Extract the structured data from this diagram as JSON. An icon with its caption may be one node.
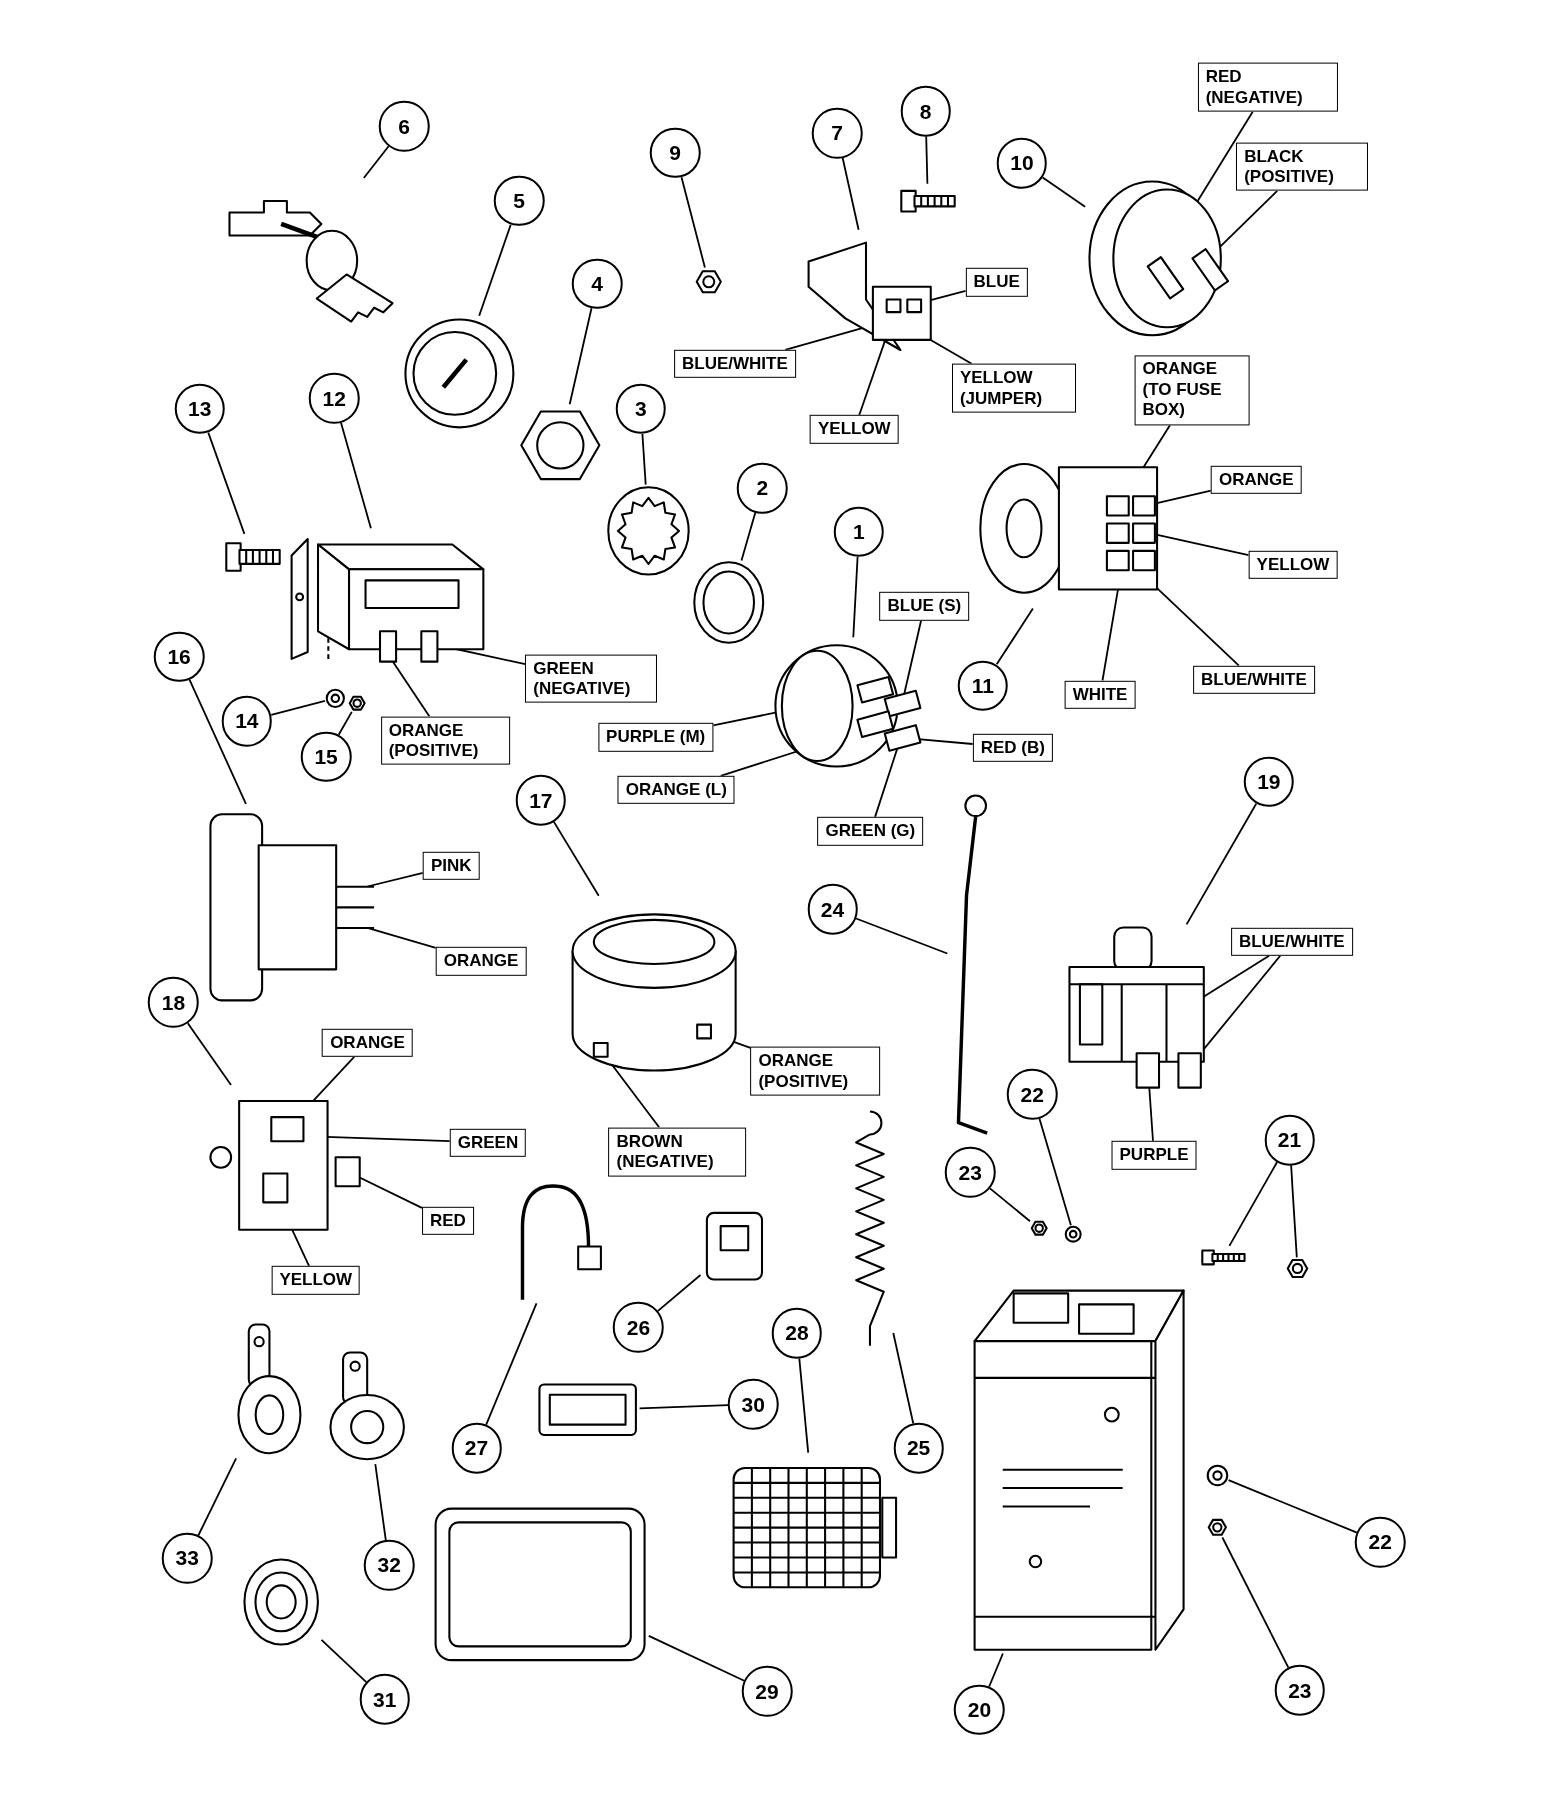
{
  "diagram": {
    "nodes": [
      {
        "text": [
          "1"
        ]
      },
      {
        "text": [
          "2"
        ]
      },
      {
        "text": [
          "3"
        ]
      },
      {
        "text": [
          "4"
        ]
      },
      {
        "text": [
          "5"
        ]
      },
      {
        "text": [
          "6"
        ]
      },
      {
        "text": [
          "7"
        ]
      },
      {
        "text": [
          "8"
        ]
      },
      {
        "text": [
          "9"
        ]
      },
      {
        "text": [
          "10"
        ]
      },
      {
        "text": [
          "11"
        ]
      },
      {
        "text": [
          "12"
        ]
      },
      {
        "text": [
          "13"
        ]
      },
      {
        "text": [
          "14"
        ]
      },
      {
        "text": [
          "15"
        ]
      },
      {
        "text": [
          "16"
        ]
      },
      {
        "text": [
          "17"
        ]
      },
      {
        "text": [
          "18"
        ]
      },
      {
        "text": [
          "19"
        ]
      },
      {
        "text": [
          "20"
        ]
      },
      {
        "text": [
          "21"
        ]
      },
      {
        "text": [
          "22"
        ]
      },
      {
        "text": [
          "23"
        ]
      },
      {
        "text": [
          "24"
        ]
      },
      {
        "text": [
          "25"
        ]
      },
      {
        "text": [
          "26"
        ]
      },
      {
        "text": [
          "27"
        ]
      },
      {
        "text": [
          "28"
        ]
      },
      {
        "text": [
          "29"
        ]
      },
      {
        "text": [
          "30"
        ]
      },
      {
        "text": [
          "31"
        ]
      },
      {
        "text": [
          "32"
        ]
      },
      {
        "text": [
          "33"
        ]
      },
      {
        "text": [
          "22"
        ]
      },
      {
        "text": [
          "23"
        ]
      },
      {
        "text": [],
        "shape": "picture"
      },
      {
        "text": [],
        "shape": "picture"
      },
      {
        "text": [],
        "shape": "picture"
      },
      {
        "text": [],
        "shape": "picture"
      },
      {
        "text": [],
        "shape": "picture"
      },
      {
        "text": [],
        "shape": "picture"
      },
      {
        "text": [],
        "shape": "picture"
      },
      {
        "text": [],
        "shape": "picture"
      },
      {
        "text": [],
        "shape": "picture"
      },
      {
        "text": [],
        "shape": "picture"
      },
      {
        "text": [],
        "shape": "picture"
      },
      {
        "text": [],
        "shape": "picture"
      },
      {
        "text": [],
        "shape": "picture"
      },
      {
        "text": [],
        "shape": "picture"
      },
      {
        "text": [],
        "shape": "picture"
      },
      {
        "text": [],
        "shape": "picture"
      },
      {
        "text": [],
        "shape": "picture"
      },
      {
        "text": [],
        "shape": "picture"
      },
      {
        "text": [],
        "shape": "picture"
      },
      {
        "text": [],
        "shape": "picture"
      },
      {
        "text": [],
        "shape": "picture"
      },
      {
        "text": [],
        "shape": "picture"
      },
      {
        "text": [],
        "shape": "picture"
      },
      {
        "text": [],
        "shape": "picture"
      },
      {
        "text": [],
        "shape": "picture"
      },
      {
        "text": [],
        "shape": "picture"
      },
      {
        "text": [],
        "shape": "picture"
      },
      {
        "text": [],
        "shape": "picture"
      },
      {
        "text": [],
        "shape": "picture"
      },
      {
        "text": [],
        "shape": "picture"
      },
      {
        "text": [],
        "shape": "picture"
      },
      {
        "text": [],
        "shape": "picture"
      },
      {
        "text": [],
        "shape": "picture"
      },
      {
        "text": [],
        "shape": "picture"
      },
      {
        "text": [],
        "shape": "picture"
      },
      {
        "text": [],
        "shape": "picture"
      },
      {
        "text": [
          "RED (NEGATIVE)"
        ]
      },
      {
        "text": [
          "BLACK (POSITIVE)"
        ]
      },
      {
        "text": [
          "BLUE"
        ]
      },
      {
        "text": [
          "BLUE/WHITE"
        ]
      },
      {
        "text": [
          "YELLOW (JUMPER)"
        ]
      },
      {
        "text": [
          "YELLOW"
        ]
      },
      {
        "text": [
          "ORANGE (TO FUSE BOX)"
        ]
      },
      {
        "text": [
          "ORANGE"
        ]
      },
      {
        "text": [
          "YELLOW"
        ]
      },
      {
        "text": [
          "WHITE"
        ]
      },
      {
        "text": [
          "BLUE/WHITE"
        ]
      },
      {
        "text": [
          "GREEN (NEGATIVE)"
        ]
      },
      {
        "text": [
          "ORANGE (POSITIVE)"
        ]
      },
      {
        "text": [
          "BLUE (S)"
        ]
      },
      {
        "text": [
          "PURPLE (M)"
        ]
      },
      {
        "text": [
          "RED (B)"
        ]
      },
      {
        "text": [
          "ORANGE (L)"
        ]
      },
      {
        "text": [
          "GREEN (G)"
        ]
      },
      {
        "text": [
          "PINK"
        ]
      },
      {
        "text": [
          "ORANGE"
        ]
      },
      {
        "text": [
          "ORANGE (POSITIVE)"
        ]
      },
      {
        "text": [
          "BROWN (NEGATIVE)"
        ]
      },
      {
        "text": [
          "ORANGE"
        ]
      },
      {
        "text": [
          "GREEN"
        ]
      },
      {
        "text": [
          "RED"
        ]
      },
      {
        "text": [
          "YELLOW"
        ]
      },
      {
        "text": [
          "BLUE/WHITE"
        ]
      },
      {
        "text": [
          "PURPLE"
        ]
      }
    ],
    "edges": [
      {
        "from": 0,
        "to": 35,
        "arrow": "none"
      },
      {
        "from": 1,
        "to": 36,
        "arrow": "none"
      },
      {
        "from": 2,
        "to": 37,
        "arrow": "none"
      },
      {
        "from": 3,
        "to": 38,
        "arrow": "none"
      },
      {
        "from": 4,
        "to": 39,
        "arrow": "none"
      },
      {
        "from": 5,
        "to": 40,
        "arrow": "none"
      },
      {
        "from": 6,
        "to": 41,
        "arrow": "none"
      },
      {
        "from": 7,
        "to": 42,
        "arrow": "none"
      },
      {
        "from": 8,
        "to": 43,
        "arrow": "none"
      },
      {
        "from": 9,
        "to": 44,
        "arrow": "none"
      },
      {
        "from": 10,
        "to": 45,
        "arrow": "none"
      },
      {
        "from": 11,
        "to": 46,
        "arrow": "none"
      },
      {
        "from": 12,
        "to": 47,
        "arrow": "none"
      },
      {
        "from": 13,
        "to": 48,
        "arrow": "none"
      },
      {
        "from": 14,
        "to": 49,
        "arrow": "none"
      },
      {
        "from": 15,
        "to": 50,
        "arrow": "none"
      },
      {
        "from": 16,
        "to": 51,
        "arrow": "none"
      },
      {
        "from": 17,
        "to": 52,
        "arrow": "none"
      },
      {
        "from": 18,
        "to": 53,
        "arrow": "none"
      },
      {
        "from": 19,
        "to": 54,
        "arrow": "none"
      },
      {
        "from": 20,
        "to": 55,
        "arrow": "none"
      },
      {
        "from": 20,
        "to": 56,
        "arrow": "none"
      },
      {
        "from": 21,
        "to": 57,
        "arrow": "none"
      },
      {
        "from": 22,
        "to": 59,
        "arrow": "none"
      },
      {
        "from": 23,
        "to": 61,
        "arrow": "none"
      },
      {
        "from": 24,
        "to": 62,
        "arrow": "none"
      },
      {
        "from": 25,
        "to": 63,
        "arrow": "none"
      },
      {
        "from": 26,
        "to": 64,
        "arrow": "none"
      },
      {
        "from": 27,
        "to": 65,
        "arrow": "none"
      },
      {
        "from": 28,
        "to": 66,
        "arrow": "none"
      },
      {
        "from": 29,
        "to": 67,
        "arrow": "none"
      },
      {
        "from": 30,
        "to": 68,
        "arrow": "none"
      },
      {
        "from": 31,
        "to": 69,
        "arrow": "none"
      },
      {
        "from": 32,
        "to": 70,
        "arrow": "none"
      },
      {
        "from": 33,
        "to": 58,
        "arrow": "none"
      },
      {
        "from": 34,
        "to": 60,
        "arrow": "none"
      },
      {
        "from": 71,
        "to": 44,
        "arrow": "none"
      },
      {
        "from": 72,
        "to": 44,
        "arrow": "none"
      },
      {
        "from": 73,
        "to": 41,
        "arrow": "none"
      },
      {
        "from": 74,
        "to": 41,
        "arrow": "none"
      },
      {
        "from": 75,
        "to": 41,
        "arrow": "none"
      },
      {
        "from": 76,
        "to": 41,
        "arrow": "none"
      },
      {
        "from": 77,
        "to": 45,
        "arrow": "none"
      },
      {
        "from": 78,
        "to": 45,
        "arrow": "none"
      },
      {
        "from": 79,
        "to": 45,
        "arrow": "none"
      },
      {
        "from": 80,
        "to": 45,
        "arrow": "none"
      },
      {
        "from": 81,
        "to": 45,
        "arrow": "none"
      },
      {
        "from": 82,
        "to": 46,
        "arrow": "none"
      },
      {
        "from": 83,
        "to": 46,
        "arrow": "none"
      },
      {
        "from": 84,
        "to": 35,
        "arrow": "none"
      },
      {
        "from": 85,
        "to": 35,
        "arrow": "none"
      },
      {
        "from": 86,
        "to": 35,
        "arrow": "none"
      },
      {
        "from": 87,
        "to": 35,
        "arrow": "none"
      },
      {
        "from": 88,
        "to": 35,
        "arrow": "none"
      },
      {
        "from": 89,
        "to": 50,
        "arrow": "none"
      },
      {
        "from": 90,
        "to": 50,
        "arrow": "none"
      },
      {
        "from": 91,
        "to": 51,
        "arrow": "none"
      },
      {
        "from": 92,
        "to": 51,
        "arrow": "none"
      },
      {
        "from": 93,
        "to": 52,
        "arrow": "none"
      },
      {
        "from": 94,
        "to": 52,
        "arrow": "none"
      },
      {
        "from": 95,
        "to": 52,
        "arrow": "none"
      },
      {
        "from": 96,
        "to": 52,
        "arrow": "none"
      },
      {
        "from": 97,
        "to": 53,
        "arrow": "none"
      },
      {
        "from": 97,
        "to": 53,
        "arrow": "none"
      },
      {
        "from": 98,
        "to": 53,
        "arrow": "none"
      }
    ]
  }
}
